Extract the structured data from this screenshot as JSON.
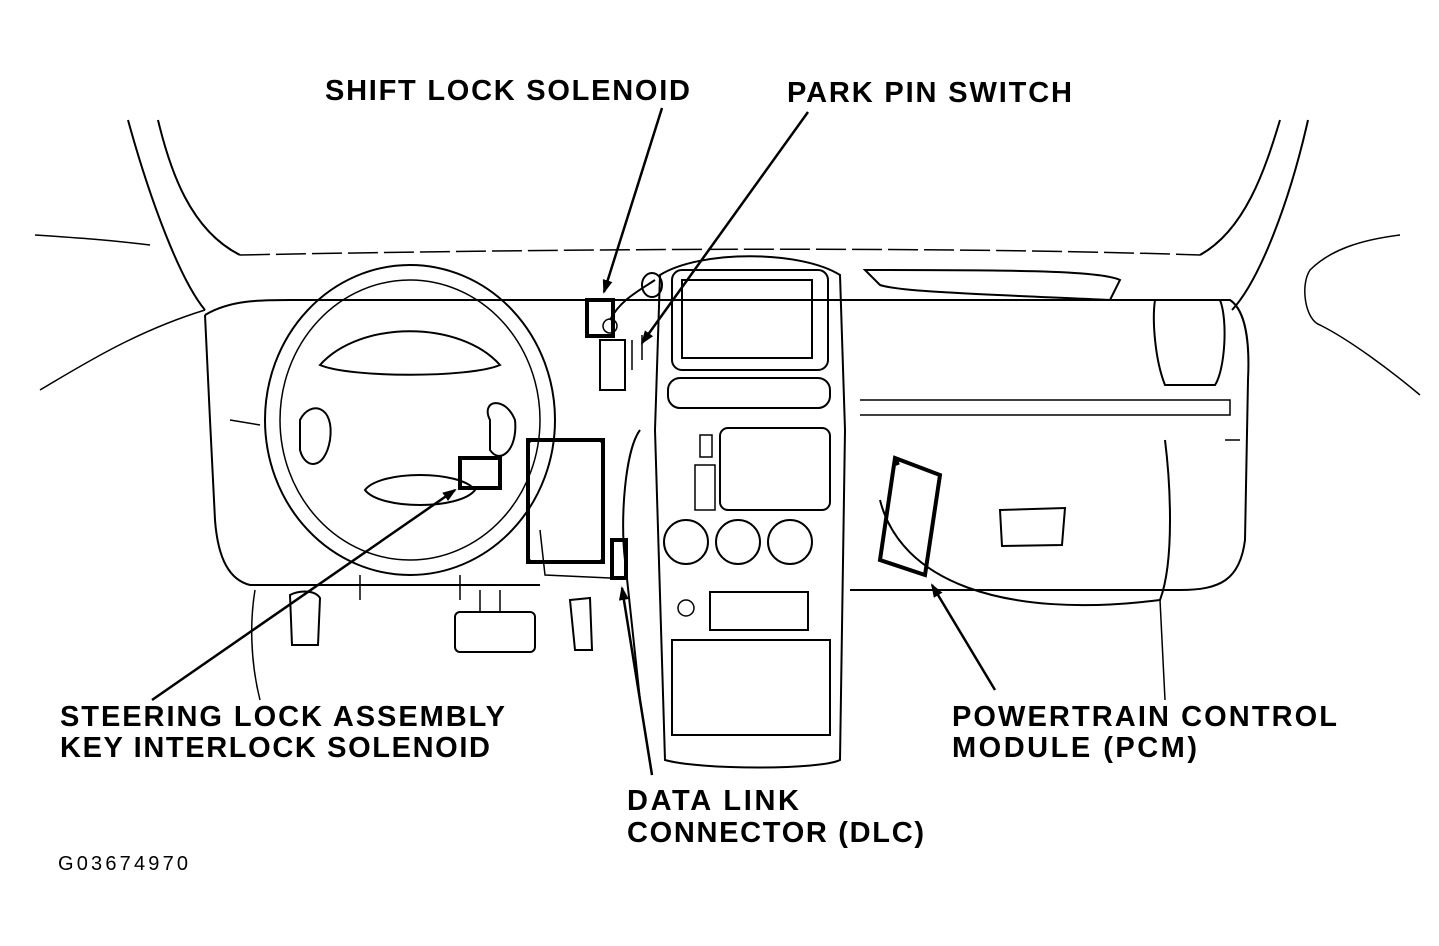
{
  "labels": {
    "shift_lock_solenoid": "SHIFT LOCK SOLENOID",
    "park_pin_switch": "PARK PIN SWITCH",
    "steering_lock_line1": "STEERING LOCK ASSEMBLY",
    "steering_lock_line2": "KEY INTERLOCK SOLENOID",
    "dlc_line1": "DATA LINK",
    "dlc_line2": "CONNECTOR (DLC)",
    "pcm_line1": "POWERTRAIN CONTROL",
    "pcm_line2": "MODULE (PCM)"
  },
  "figure_code": "G03674970"
}
